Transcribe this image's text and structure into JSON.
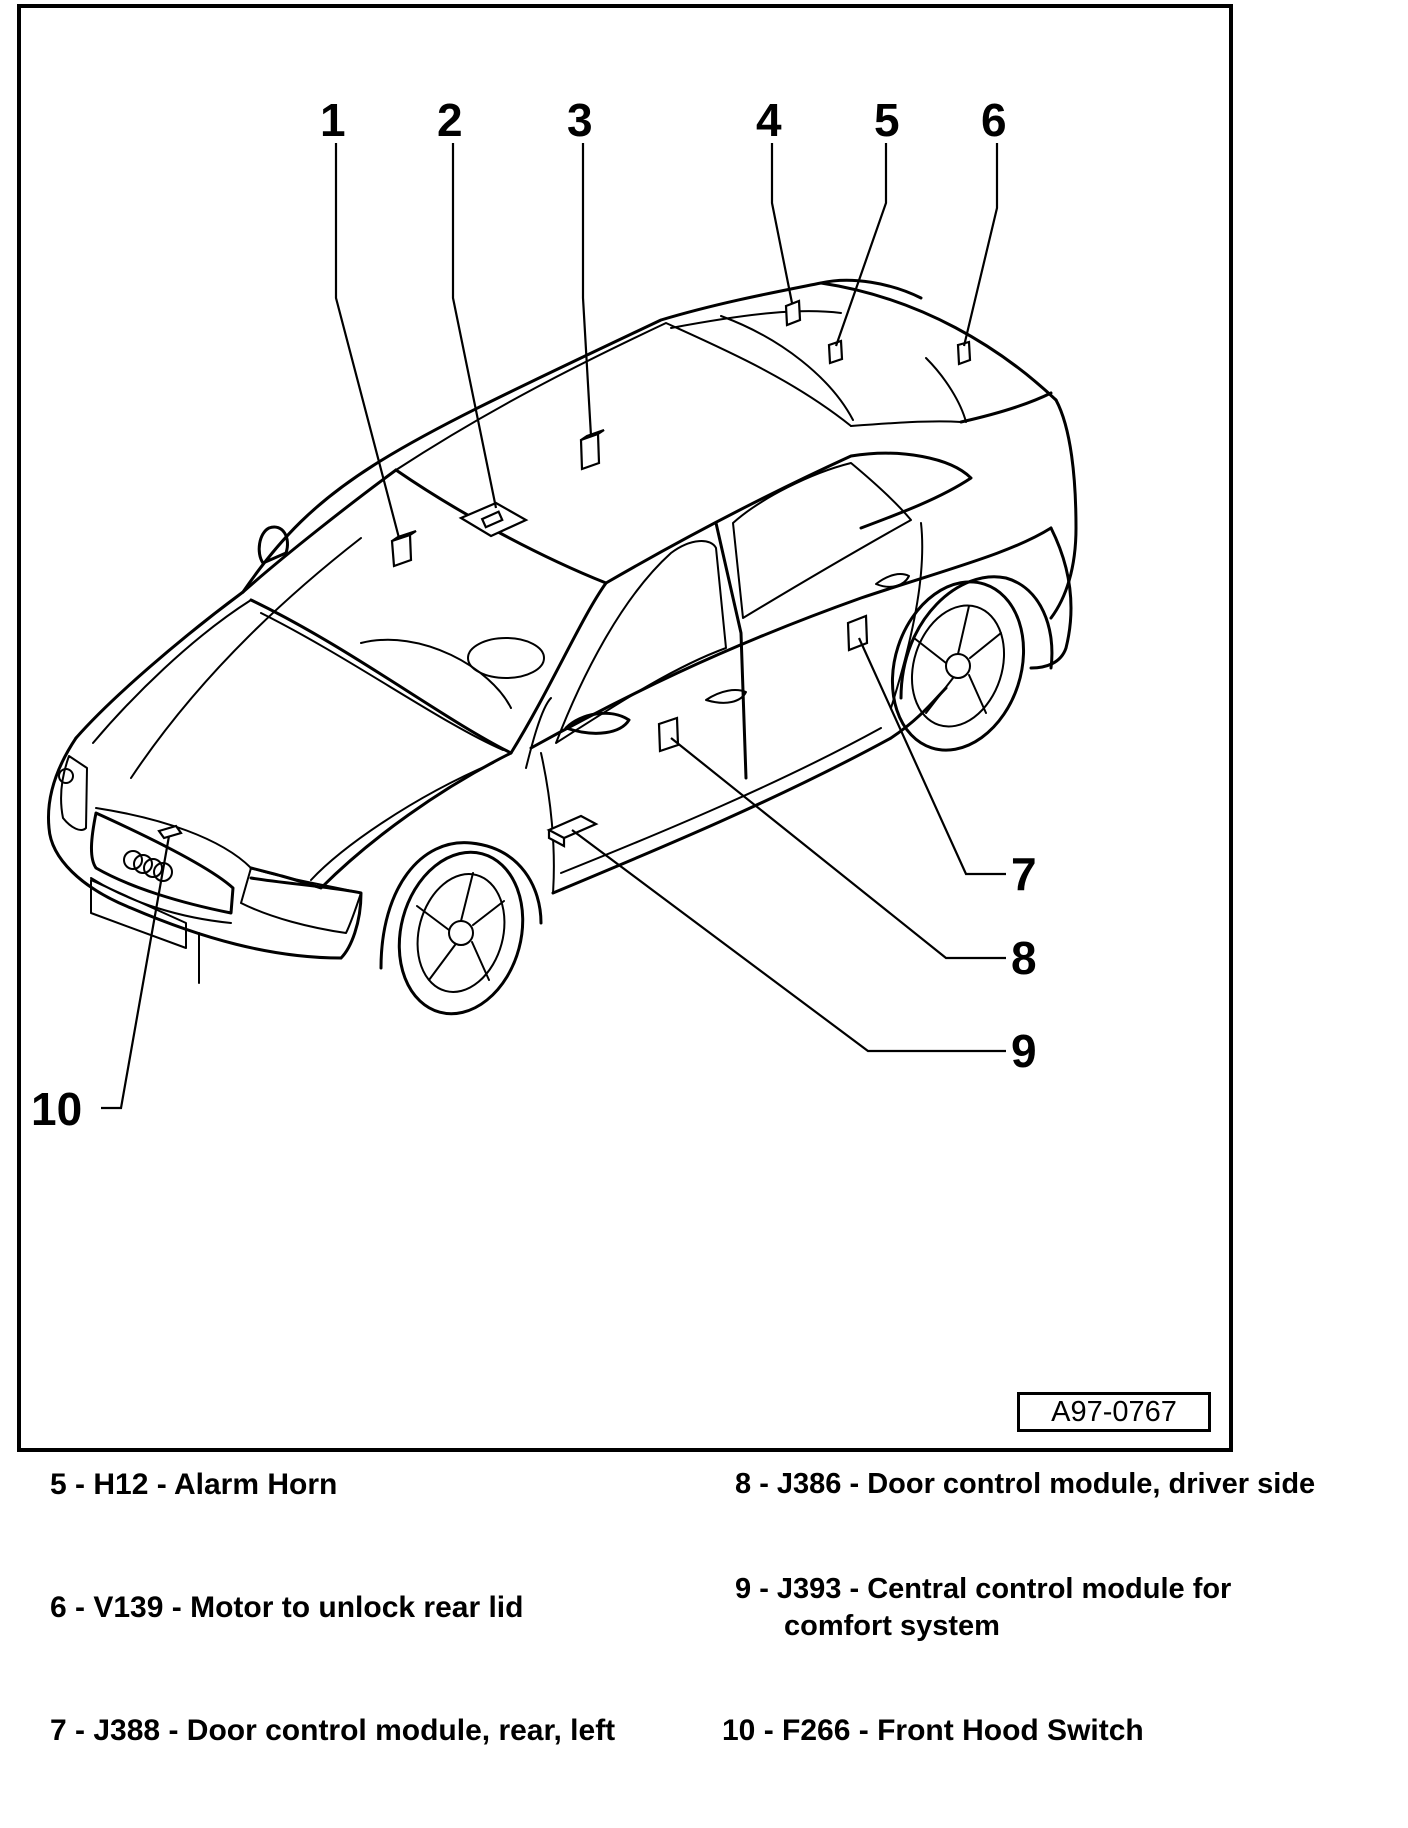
{
  "figure_id": "A97-0767",
  "callouts": [
    "1",
    "2",
    "3",
    "4",
    "5",
    "6",
    "7",
    "8",
    "9",
    "10"
  ],
  "legend": [
    {
      "number": "5",
      "code": "H12",
      "description": "Alarm Horn"
    },
    {
      "number": "6",
      "code": "V139",
      "description": "Motor to unlock rear lid"
    },
    {
      "number": "7",
      "code": "J388",
      "description": "Door control module, rear, left"
    },
    {
      "number": "8",
      "code": "J386",
      "description": "Door control module, driver side"
    },
    {
      "number": "9",
      "code": "J393",
      "description": "Central control module for comfort system",
      "line1": "Central control module for",
      "line2": "comfort system"
    },
    {
      "number": "10",
      "code": "F266",
      "description": "Front Hood Switch"
    }
  ]
}
